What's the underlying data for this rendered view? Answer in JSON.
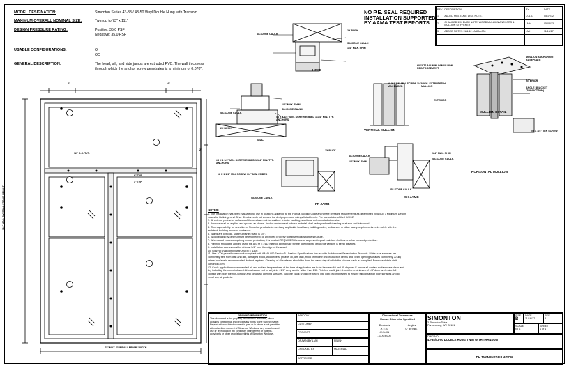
{
  "header": {
    "model_label": "MODEL DESIGNATION:",
    "model_value": "Simonton Series 43-38 / 43-50 Vinyl Double Hung with Transom",
    "size_label": "MAXIMUM OVERALL NOMINAL SIZE:",
    "size_value": "Twin up to 73\" x 111\"",
    "pressure_label": "DESIGN PRESSURE RATING:",
    "pressure_pos": "Positive: 35.0 PSF",
    "pressure_neg": "Negative: 35.0 PSF",
    "config_label": "USABLE CONFIGURATIONS:",
    "config_o": "O",
    "config_oo": "OO",
    "general_label": "GENERAL DESCRIPTION:",
    "general_value_1": "The head, sill, and side jambs are extruded PVC. The wall thickness",
    "general_value_2": "through which the anchor screw penetrates is a minimum of 0.070\"."
  },
  "seal_text": [
    "NO P.E. SEAL REQUIRED",
    "INSTALLATION SUPPORTED",
    "BY AAMA TEST REPORTS"
  ],
  "revisions": {
    "headers": [
      "REV",
      "DESCRIPTION",
      "BY",
      "DATE"
    ],
    "rows": [
      [
        "1",
        "ADDED MIN. EDGE DIST. NOTE.",
        "D.A.S.",
        "05/17/12"
      ],
      [
        "2",
        "CHANGED 1X4 BUCK NOTE, WOOD MULLION ANCHORS & MULLION STIFFENER",
        "LMH",
        "05/08/13"
      ],
      [
        "3",
        "ADDED NOTES 11 & 12 - AAMA 800",
        "LMH",
        "11/16/17"
      ]
    ]
  },
  "sections": {
    "head": "HEAD",
    "sill": "SILL",
    "vertical_mullion": "VERTICAL MULLION",
    "mullion_detail": "MULLION DETAIL",
    "horizontal_mullion": "HORIZONTAL MULLION",
    "frame_jamb": "FR JAMB",
    "sh_jamb": "SH JAMB"
  },
  "callouts": {
    "buck_2x": "2X BUCK",
    "sealant": "SILICONE CAULK",
    "shim": "1/4\" MAX. SHIM",
    "screw_1": "#8 X 1 1/4\" MIN. SCREW EMBED 1 1/4\" MIN. TYP. ANCHORS",
    "screw_2": "#8 X 1 1/4\" MIN. SCREW 3/4\" MIN. EMBED",
    "aluminum": "6063-T6 ALUMINUM MULLION REINFORCEMENT",
    "mullion_plate": "MULLION ANCHORING BASEPLATE",
    "interior": "INTERIOR",
    "exterior": "EXTERIOR",
    "vinyl": "VINYL EXTRUDED H-MULLION",
    "bracket": "ANGLE BRACKET (TOP/BOTTOM)",
    "tek": "#8 X 3/4\" TEK SCREW",
    "dim_4": "4\"",
    "dim_12": "12\" O.C. TYP.",
    "dim_6": "6\" TYP.",
    "dim_3": "3\" TYP.",
    "dim_2": "2\"",
    "width_label": "73\" MAX. OVERALL FRAME WIDTH",
    "height_label": "111\" MAX. OVERALL FRAME HEIGHT"
  },
  "notes": {
    "title": "NOTES:",
    "items": [
      "1. This installation has been evaluated for use in locations adhering to the Florida Building Code and where pressure requirements as determined by ASCE 7 Minimum Design",
      "   Loads for Buildings and Other Structures do not exceed the design pressure ratings listed herein. For use outside of the H.V.H.Z.",
      "2. All exterior perimeter surfaces of the window must be caulked. Interior caulking is optional unless noted otherwise.",
      "3. Anchors shall be applied and spaced as shown. Anchor embedment to base material shall be beyond wall dressing or stucco and trim wood.",
      "4. The responsibility for selection of Simonton products to meet any applicable local laws, building codes, ordinances or other safety requirements rests solely with the",
      "   architect, building owner or contractor.",
      "5. Shims are optional. Maximum shim stack is 1/4\".",
      "6. Wood bucks (by others) must be engineered or anchored properly to transfer loads to the structure.",
      "7. When used in areas requiring impact protection, this product REQUIRES the use of approved impact resistant shutters or other covered protection.",
      "8. Flashing should be applied using the ASTM E 2112 method appropriate for the opening into which the window is being installed.",
      "9. Installation screws must be at least 3/4\" from the edge of the wood.",
      "10. Glazing shall comply with ASTM E 1300.",
      "11. Use 1000 psm silicone caulk compliant with AAMA 800 Section 5 - Sealant Specifications for use with Architectural Fenestration Products. Make sure surfaces are",
      "    completely free from dust and dirt, damaged wood, wood fibers, grease, oil, dirt, wax, mold or mildew or construction debris and clean opening surfaces completely. A fully",
      "    primed surface is recommended, but not required. Cleaning of all surfaces should be done the same day of which the silicone caulk is to applied. For more details visit",
      "    Simonton.com.",
      "12. Caulk application recommended air and surface temperatures at the time of application are to be between 40 and 90 degrees F. Insure all contact surfaces are clean and",
      "    dry including the non-windowed. Use a backer rod on all joints >1/4\" deep and/or wider than 1/8\". Finished caulk joint should be a minimum of 1/4\" deep and make full",
      "    contact with both the non-window and structural opening surfaces. Silicone caulk should be forced into joint or compressed to ensure full contact on both surfaces and to",
      "    expel any air pockets."
    ]
  },
  "title_block": {
    "disclaimer_title": "DRAWING INFORMATION",
    "disclaimer": [
      "This document is the property of Simonton Windows, which",
      "contains confidential and proprietary rights to the subject matter.",
      "Reproduction of this document in part or in whole is not permitted",
      "without written consent of Simonton Windows. Any unauthorized",
      "use or reproduction will constitute infringement of patents,",
      "copyrights or other proprietary rights of Simonton Windows."
    ],
    "window_label": "WINDOW",
    "window_value": "",
    "customer_label": "CUSTOMER",
    "project_label": "PROJECT",
    "drawn_label": "DRAWN BY",
    "drawn_value": "LMH",
    "checked_label": "CHECKED BY",
    "approved_label": "APPROVED",
    "finish": "FINISH",
    "material": "MATERIAL",
    "dimensions_title": "Dimensional Tolerances",
    "dimensions_sub": "Unless Otherwise Specified",
    "decimals": "Decimals",
    "angles": "Angles",
    "tol_1": ".X ±.03",
    "tol_2": ".XX ±.01",
    "tol_3": ".XXX ±.005",
    "angle_tol": "0° 30 min.",
    "brand": "SIMONTON",
    "address_1": "3 Simonton Drive",
    "address_2": "Parkersburg, WV 26101",
    "dwg_label": "DWG NO.",
    "dwg_value": "43-38/43-50 DOUBLE HUNG TWIN WITH TRANSOM",
    "scale_label": "SCALE",
    "scale_value": "NTS",
    "sheet_label": "SHEET",
    "sheet_value": "1 of 1",
    "rev_label": "REV",
    "rev_value": "3",
    "date_label": "DATE",
    "date_value": "11/16/17",
    "size_label": "SIZE",
    "size_value": "B",
    "footer": "DH TWIN INSTALLATION"
  }
}
